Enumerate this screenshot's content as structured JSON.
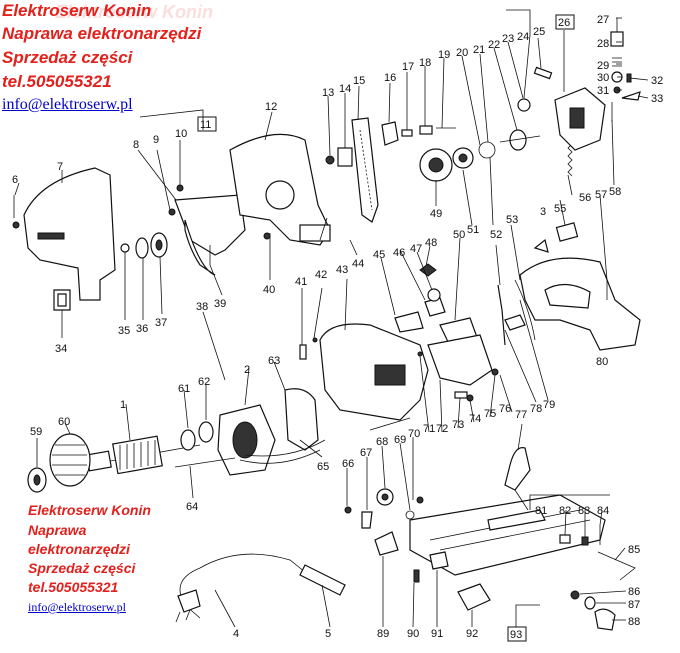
{
  "header": {
    "line1": "Elektroserw Konin",
    "line2": "Naprawa elektronarzędzi",
    "line3": "Sprzedaż części",
    "line4": "tel.505055321",
    "link": "info@elektroserw.pl"
  },
  "footer_block": {
    "line1": "Elektroserw Konin",
    "line2": "Naprawa",
    "line3": "elektronarzędzi",
    "line4": "Sprzedaż części",
    "line5": "tel.505055321",
    "link": "info@elektroserw.pl"
  },
  "watermark": "Elektroserw Konin",
  "part_numbers": [
    "1",
    "2",
    "3",
    "4",
    "5",
    "6",
    "7",
    "8",
    "9",
    "10",
    "11",
    "12",
    "13",
    "14",
    "15",
    "16",
    "17",
    "18",
    "19",
    "20",
    "21",
    "22",
    "23",
    "24",
    "25",
    "26",
    "27",
    "28",
    "29",
    "30",
    "31",
    "32",
    "33",
    "34",
    "35",
    "36",
    "37",
    "38",
    "39",
    "40",
    "41",
    "42",
    "43",
    "44",
    "45",
    "46",
    "47",
    "48",
    "49",
    "50",
    "51",
    "52",
    "53",
    "55",
    "56",
    "57",
    "58",
    "59",
    "60",
    "61",
    "62",
    "63",
    "64",
    "65",
    "66",
    "67",
    "68",
    "69",
    "70",
    "71",
    "72",
    "73",
    "74",
    "75",
    "76",
    "77",
    "78",
    "79",
    "80",
    "81",
    "82",
    "83",
    "84",
    "85",
    "86",
    "87",
    "88",
    "89",
    "90",
    "91",
    "92",
    "93"
  ],
  "boxed_numbers": [
    "11",
    "26",
    "93"
  ]
}
